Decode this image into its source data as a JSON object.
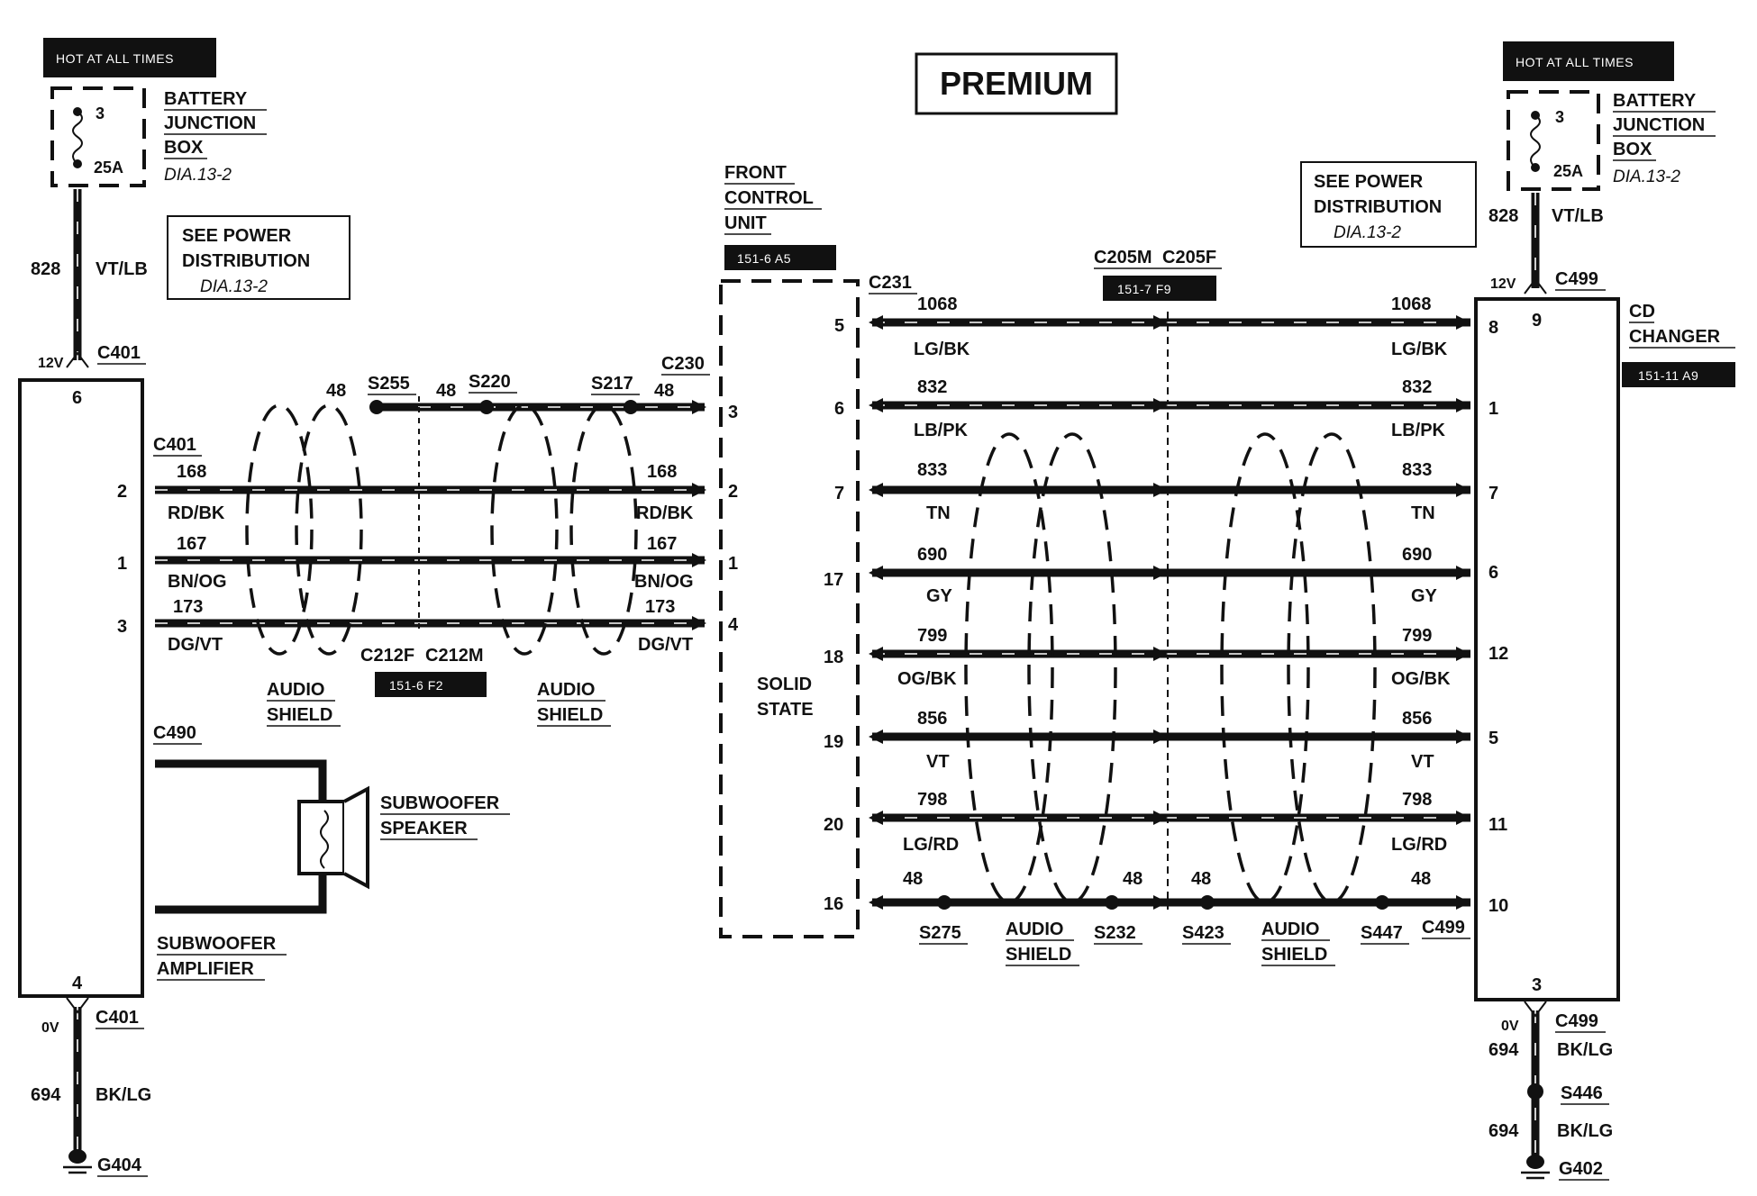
{
  "title": "PREMIUM",
  "hot_label": "HOT AT ALL TIMES",
  "fuse": {
    "num": "3",
    "amps": "25A"
  },
  "bjb": {
    "l1": "BATTERY",
    "l2": "JUNCTION",
    "l3": "BOX",
    "dia": "DIA.13-2"
  },
  "see_power": {
    "l1": "SEE POWER",
    "l2": "DISTRIBUTION",
    "dia": "DIA.13-2"
  },
  "fcu": {
    "l1": "FRONT",
    "l2": "CONTROL",
    "l3": "UNIT",
    "ref": "151-6 A5",
    "solid1": "SOLID",
    "solid2": "STATE"
  },
  "cd": {
    "l1": "CD",
    "l2": "CHANGER",
    "ref": "151-11 A9"
  },
  "sub": {
    "speaker1": "SUBWOOFER",
    "speaker2": "SPEAKER",
    "amp1": "SUBWOOFER",
    "amp2": "AMPLIFIER"
  },
  "shield": {
    "l1": "AUDIO",
    "l2": "SHIELD"
  },
  "connectors": {
    "c401": "C401",
    "c490": "C490",
    "c230": "C230",
    "c231": "C231",
    "c212f": "C212F",
    "c212m": "C212M",
    "c212_ref": "151-6 F2",
    "c205m": "C205M",
    "c205f": "C205F",
    "c205_ref": "151-7 F9",
    "c499": "C499"
  },
  "splices": {
    "s255": "S255",
    "s220": "S220",
    "s217": "S217",
    "s275": "S275",
    "s232": "S232",
    "s423": "S423",
    "s447": "S447",
    "s446": "S446"
  },
  "grounds": {
    "g404": "G404",
    "g402": "G402"
  },
  "voltages": {
    "v12": "12V",
    "v0": "0V"
  },
  "power_wire": {
    "circuit": "828",
    "color": "VT/LB"
  },
  "ground_wire": {
    "circuit": "694",
    "color": "BK/LG"
  },
  "drain": "48",
  "left_wires": [
    {
      "circuit": "168",
      "color": "RD/BK",
      "pin_left": "2",
      "pin_right": "2"
    },
    {
      "circuit": "167",
      "color": "BN/OG",
      "pin_left": "1",
      "pin_right": "1"
    },
    {
      "circuit": "173",
      "color": "DG/VT",
      "pin_left": "3",
      "pin_right": "4"
    }
  ],
  "left_pins": {
    "top": "6",
    "bottom": "4",
    "drain_right": "3"
  },
  "right_wires": [
    {
      "circuit": "1068",
      "color": "LG/BK",
      "pin_fcu": "5",
      "pin_cd": "8"
    },
    {
      "circuit": "832",
      "color": "LB/PK",
      "pin_fcu": "6",
      "pin_cd": "1"
    },
    {
      "circuit": "833",
      "color": "TN",
      "pin_fcu": "7",
      "pin_cd": "7"
    },
    {
      "circuit": "690",
      "color": "GY",
      "pin_fcu": "17",
      "pin_cd": "6"
    },
    {
      "circuit": "799",
      "color": "OG/BK",
      "pin_fcu": "18",
      "pin_cd": "12"
    },
    {
      "circuit": "856",
      "color": "VT",
      "pin_fcu": "19",
      "pin_cd": "5"
    },
    {
      "circuit": "798",
      "color": "LG/RD",
      "pin_fcu": "20",
      "pin_cd": "11"
    }
  ],
  "right_drain": {
    "pin_fcu": "16",
    "pin_cd": "10"
  },
  "cd_pins": {
    "top": "9",
    "bottom": "3"
  }
}
